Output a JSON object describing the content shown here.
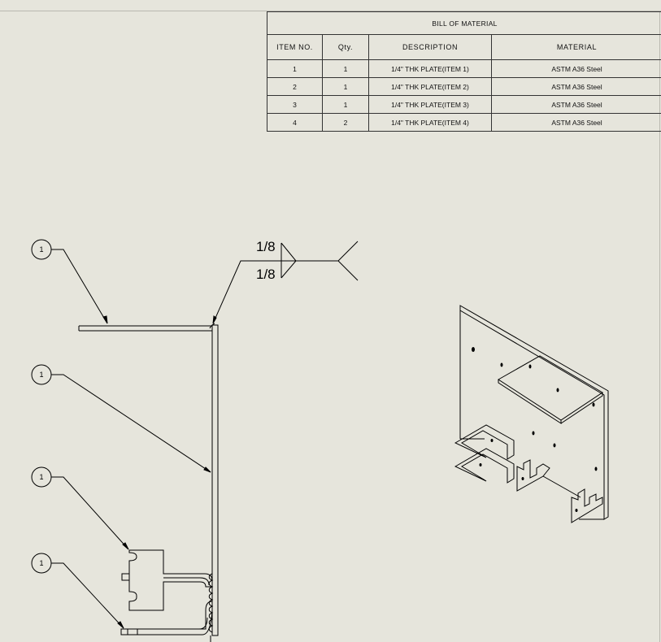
{
  "bom": {
    "title": "BILL OF MATERIAL",
    "headers": [
      "ITEM NO.",
      "Qty.",
      "DESCRIPTION",
      "MATERIAL"
    ],
    "rows": [
      {
        "item": "1",
        "qty": "1",
        "description": "1/4\" THK PLATE(ITEM 1)",
        "material": "ASTM A36 Steel"
      },
      {
        "item": "2",
        "qty": "1",
        "description": "1/4\" THK PLATE(ITEM 2)",
        "material": "ASTM A36 Steel"
      },
      {
        "item": "3",
        "qty": "1",
        "description": "1/4\" THK PLATE(ITEM 3)",
        "material": "ASTM A36 Steel"
      },
      {
        "item": "4",
        "qty": "2",
        "description": "1/4\" THK PLATE(ITEM 4)",
        "material": "ASTM A36 Steel"
      }
    ]
  },
  "balloons": [
    "1",
    "1",
    "1",
    "1"
  ],
  "weld": {
    "arrow_side": "1/8",
    "other_side": "1/8"
  },
  "colors": {
    "background": "#e6e5dc",
    "line": "#000000"
  }
}
